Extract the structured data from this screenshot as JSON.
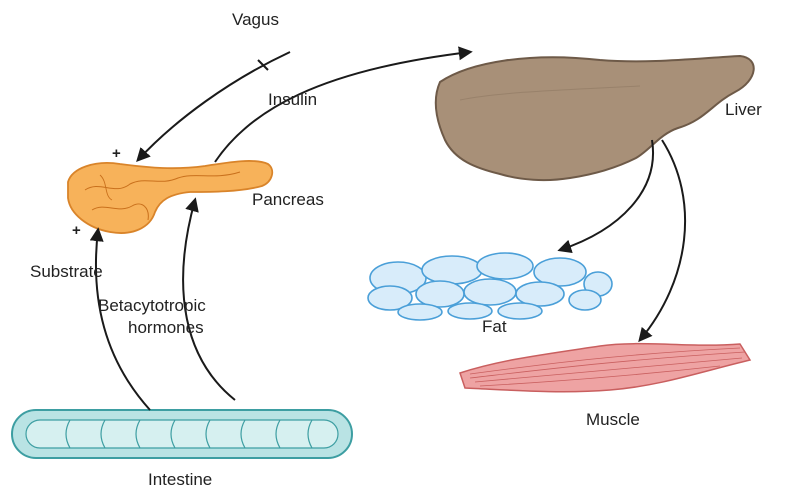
{
  "labels": {
    "vagus": "Vagus",
    "insulin": "Insulin",
    "liver": "Liver",
    "pancreas": "Pancreas",
    "substrate": "Substrate",
    "betacytotropic_line1": "Betacytotropic",
    "betacytotropic_line2": "hormones",
    "fat": "Fat",
    "muscle": "Muscle",
    "intestine": "Intestine",
    "plus_sign": "+"
  },
  "colors": {
    "liver_fill": "#a89078",
    "liver_stroke": "#6e5a48",
    "pancreas_fill": "#f7b25a",
    "pancreas_stroke": "#d9842a",
    "fat_fill": "#d8ecfa",
    "fat_stroke": "#4a9fd8",
    "muscle_fill": "#eea3a3",
    "muscle_stroke": "#c95f5f",
    "intestine_fill": "#b9e3e4",
    "intestine_stroke": "#3d9ea2",
    "arrow": "#1a1a1a"
  }
}
